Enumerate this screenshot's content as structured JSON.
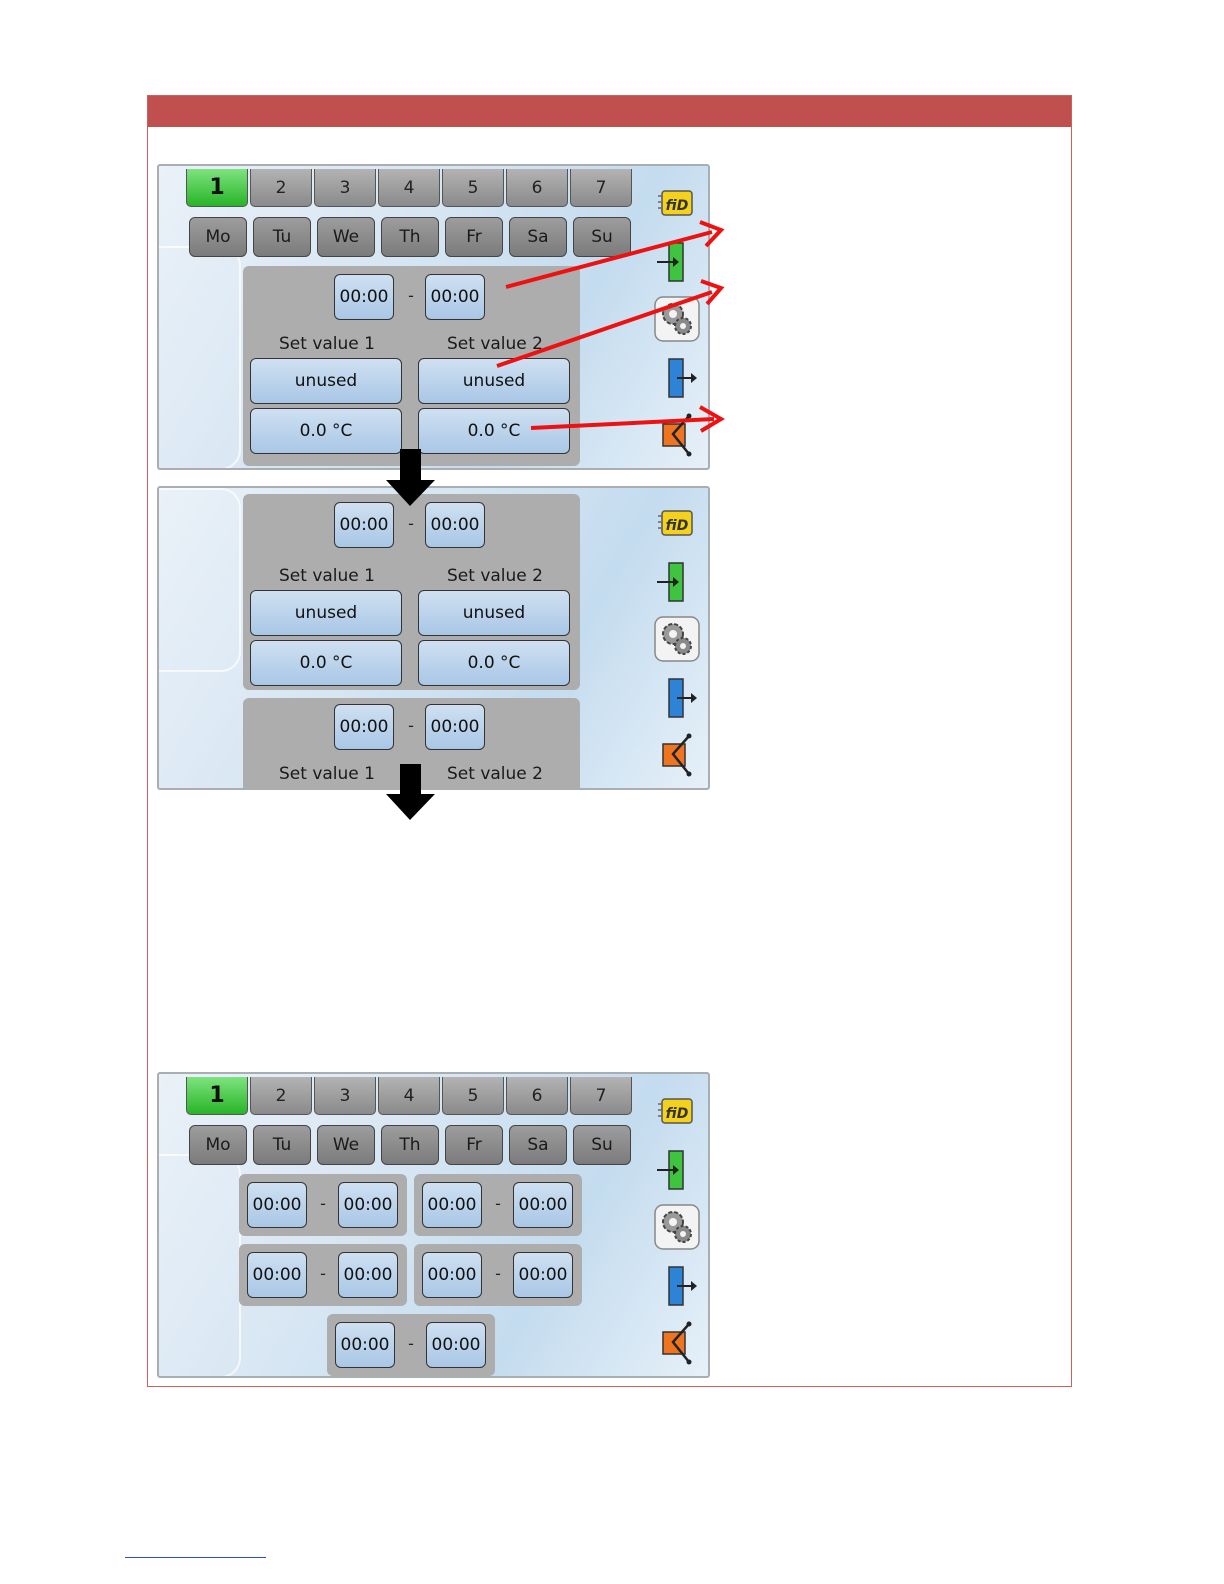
{
  "program_tabs": [
    "1",
    "2",
    "3",
    "4",
    "5",
    "6",
    "7"
  ],
  "active_tab": "1",
  "days": [
    "Mo",
    "Tu",
    "We",
    "Th",
    "Fr",
    "Sa",
    "Su"
  ],
  "time_start": "00:00",
  "time_end": "00:00",
  "time_separator": "-",
  "set_value_1_label": "Set value 1",
  "set_value_2_label": "Set value 2",
  "set_value_1_source": "unused",
  "set_value_2_source": "unused",
  "set_value_1": "0.0 °C",
  "set_value_2": "0.0 °C",
  "sidebar_icons": [
    "fid-icon",
    "input-icon",
    "gear-icon",
    "output-icon",
    "function-icon"
  ],
  "fid_text": "fiD",
  "colors": {
    "header_bar": "#c0504d",
    "active_tab": "#28b428",
    "annotation_arrow": "#ee1111"
  }
}
